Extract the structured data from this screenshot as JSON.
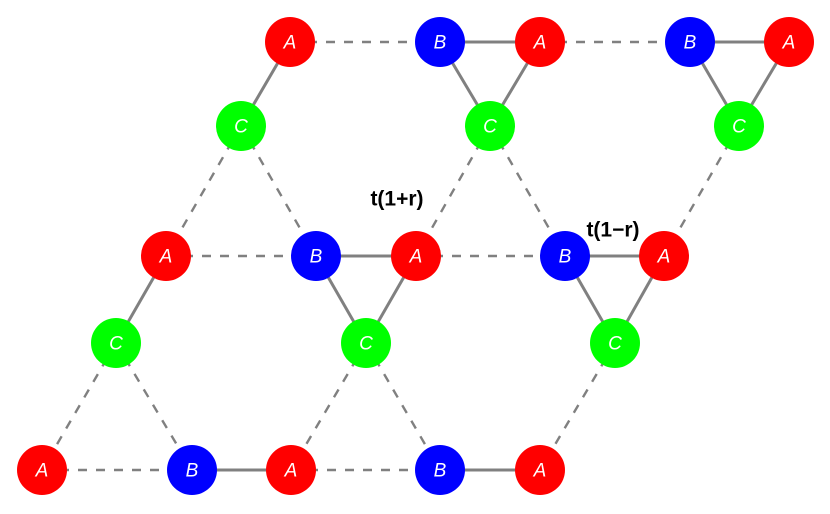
{
  "labels": {
    "intra_hopping": "t(1+r)",
    "inter_hopping": "t(1−r)"
  },
  "site_labels": {
    "A": "A",
    "B": "B",
    "C": "C"
  },
  "colors": {
    "A": "#ff0000",
    "B": "#0000ff",
    "C": "#00ff00",
    "bond": "#808080",
    "background": "#ffffff",
    "site_text": "#ffffff",
    "hopping_text": "#000000"
  },
  "lattice": {
    "type": "breathing-kagome",
    "solid_bond_meaning": "intra_hopping",
    "dashed_bond_meaning": "inter_hopping"
  }
}
